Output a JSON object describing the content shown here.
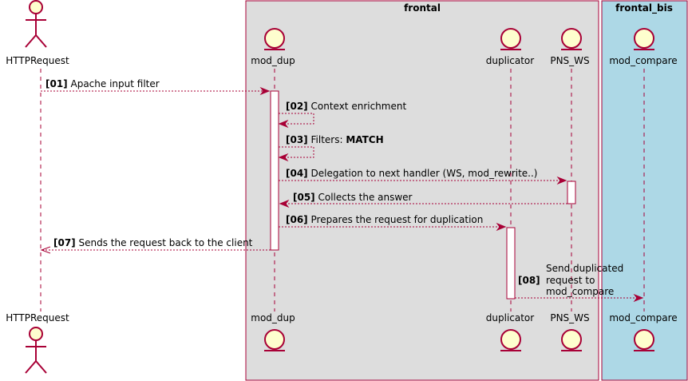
{
  "colors": {
    "border": "#a80036",
    "participant_fill": "#fefece",
    "group_frontal_fill": "#dddddd",
    "group_frontal_bis_fill": "#add8e6"
  },
  "groups": [
    {
      "id": "frontal",
      "title": "frontal"
    },
    {
      "id": "frontal_bis",
      "title": "frontal_bis"
    }
  ],
  "participants": [
    {
      "id": "HTTPRequest",
      "label": "HTTPRequest",
      "kind": "actor"
    },
    {
      "id": "mod_dup",
      "label": "mod_dup",
      "kind": "entity"
    },
    {
      "id": "duplicator",
      "label": "duplicator",
      "kind": "entity"
    },
    {
      "id": "PNS_WS",
      "label": "PNS_WS",
      "kind": "entity"
    },
    {
      "id": "mod_compare",
      "label": "mod_compare",
      "kind": "entity"
    }
  ],
  "messages": [
    {
      "num": "[01]",
      "text": "Apache input filter",
      "from": "HTTPRequest",
      "to": "mod_dup"
    },
    {
      "num": "[02]",
      "text": "Context enrichment",
      "from": "mod_dup",
      "to": "mod_dup"
    },
    {
      "num": "[03]",
      "text": "Filters: ",
      "bold": "MATCH",
      "from": "mod_dup",
      "to": "mod_dup"
    },
    {
      "num": "[04]",
      "text": "Delegation to next handler (WS, mod_rewrite..)",
      "from": "mod_dup",
      "to": "PNS_WS"
    },
    {
      "num": "[05]",
      "text": "Collects the answer",
      "from": "PNS_WS",
      "to": "mod_dup"
    },
    {
      "num": "[06]",
      "text": "Prepares the request for duplication",
      "from": "mod_dup",
      "to": "duplicator"
    },
    {
      "num": "[07]",
      "text": "Sends the request back to the client",
      "from": "mod_dup",
      "to": "HTTPRequest"
    },
    {
      "num": "[08]",
      "lines": [
        "Send duplicated",
        "request to",
        "mod_compare"
      ],
      "from": "duplicator",
      "to": "mod_compare"
    }
  ]
}
